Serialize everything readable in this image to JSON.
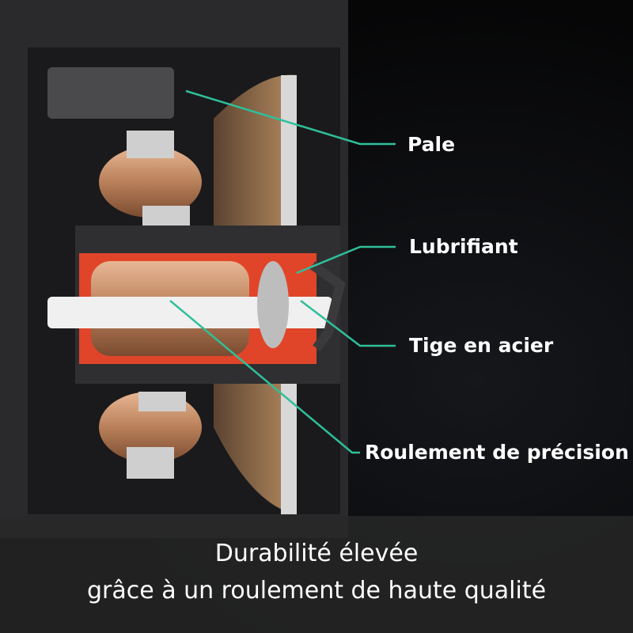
{
  "callouts": {
    "blade": "Pale",
    "lubricant": "Lubrifiant",
    "steel_shaft": "Tige en acier",
    "precision_bearing": "Roulement de précision"
  },
  "caption": {
    "line1": "Durabilité élevée",
    "line2": "grâce à un roulement de haute qualité"
  },
  "colors": {
    "callout_line": "#2fbf9a",
    "lubricant": "#e0452a",
    "copper": "#c98a5e"
  }
}
